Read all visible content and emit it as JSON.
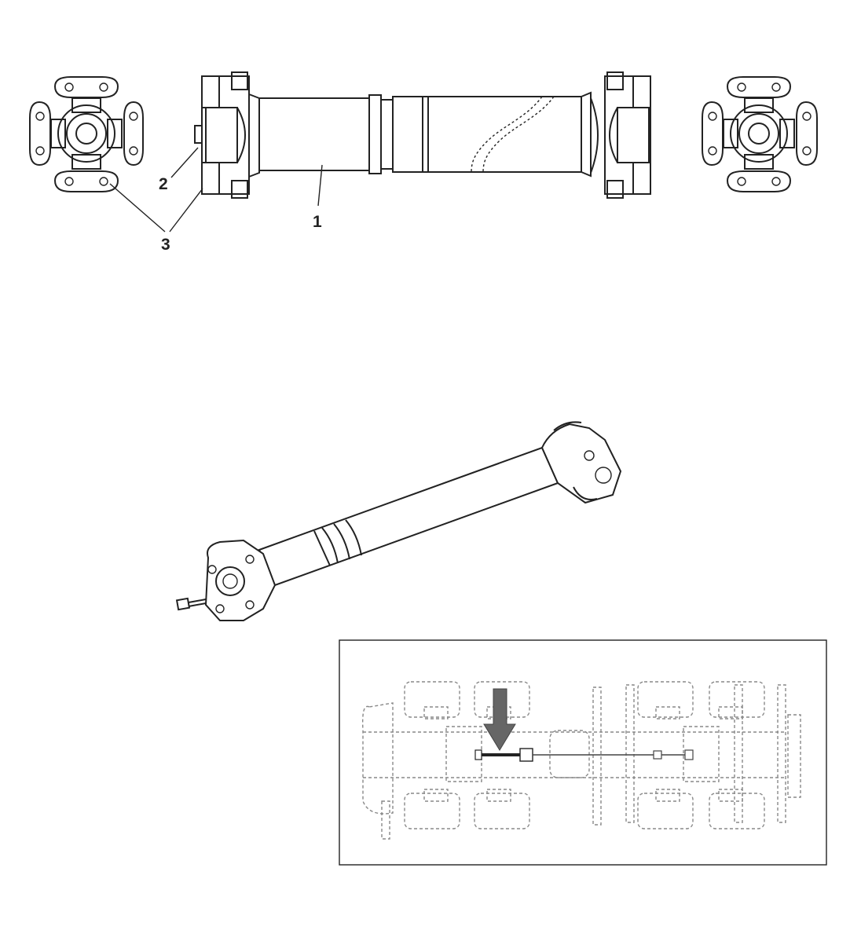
{
  "diagram": {
    "callouts": [
      {
        "id": "1",
        "text": "1"
      },
      {
        "id": "2",
        "text": "2"
      },
      {
        "id": "3",
        "text": "3"
      }
    ],
    "colors": {
      "line": "#222222",
      "phantom": "#888888",
      "arrow": "#666666",
      "background": "#ffffff"
    }
  }
}
